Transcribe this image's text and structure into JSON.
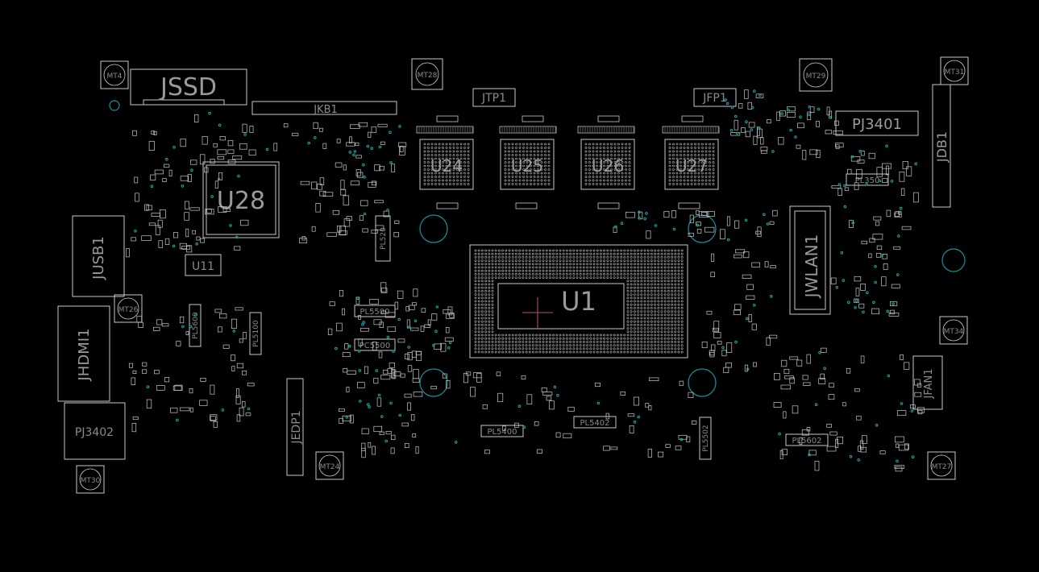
{
  "colors": {
    "background": "#000000",
    "outline": "#c8c8c8",
    "label": "#8a8a8a",
    "via": "#1fa3a8",
    "origin_cross": "#c0506a"
  },
  "components": {
    "U1": "U1",
    "U24": "U24",
    "U25": "U25",
    "U26": "U26",
    "U27": "U27",
    "U28": "U28",
    "U11": "U11",
    "JSSD": "JSSD",
    "JKB1": "JKB1",
    "JTP1": "JTP1",
    "JFP1": "JFP1",
    "PJ3401": "PJ3401",
    "JDB1": "JDB1",
    "JWLAN1": "JWLAN1",
    "JUSB1": "JUSB1",
    "JHDMI1": "JHDMI1",
    "PJ3402": "PJ3402",
    "JEDP1": "JEDP1",
    "JFAN1": "JFAN1",
    "PL5500": "PL5500",
    "PC5500": "PC5500",
    "PL5400": "PL5400",
    "PL5402": "PL5402",
    "PL5602": "PL5602",
    "PL3501": "PL350",
    "PL5502": "PL5502",
    "PL5100": "PL5100",
    "PL5600": "PL5600",
    "PL5201": "PL520"
  },
  "mount_holes": {
    "MT4": "MT4",
    "MT28": "MT28",
    "MT29": "MT29",
    "MT31": "MT31",
    "MT26": "MT26",
    "MT34": "MT34",
    "MT24": "MT24",
    "MT27": "MT27",
    "MT30": "MT30"
  }
}
